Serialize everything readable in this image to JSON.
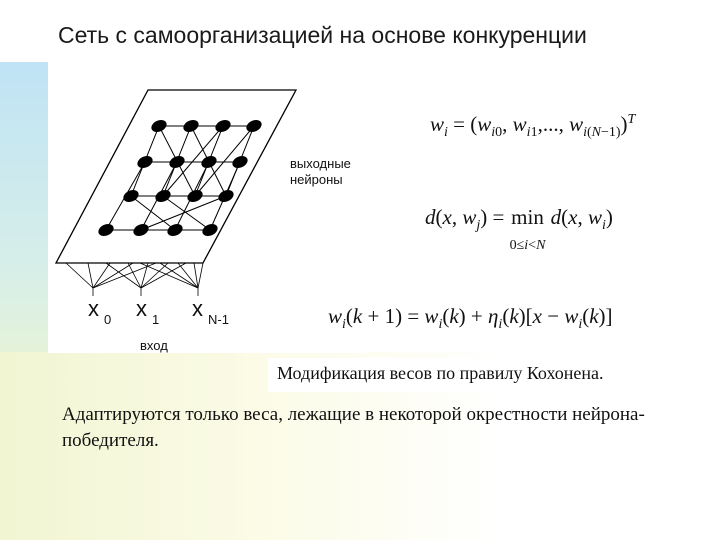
{
  "slide": {
    "title": "Сеть с самоорганизацией на основе конкуренции",
    "caption": "Модификация весов по правилу Кохонена.",
    "note": "Адаптируются только веса, лежащие в некоторой окрестности нейрона-победителя."
  },
  "diagram": {
    "output_label_line1": "выходные",
    "output_label_line2": "нейроны",
    "input_label": "вход",
    "input_x0": "x",
    "input_x0_sub": "0",
    "input_x1": "x",
    "input_x1_sub": "1",
    "input_xn": "x",
    "input_xn_sub": "N-1"
  },
  "formulas": {
    "weights_vector": "wᵢ = (wᵢ₀, wᵢ₁,..., wᵢ(N−1))ᵀ",
    "winner_distance": "d(x, wⱼ) = min d(x, wᵢ), 0≤i<N",
    "kohonen_update": "wᵢ(k + 1) = wᵢ(k) + ηᵢ(k)[x − wᵢ(k)]"
  },
  "colors": {
    "accent_gradient_top": "#bfe3f5",
    "accent_gradient_bottom": "#fbfad8"
  }
}
